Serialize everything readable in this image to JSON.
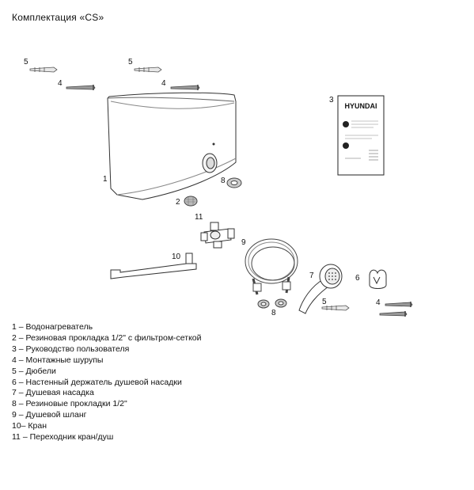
{
  "title": "Комплектация «CS»",
  "callouts": {
    "n1": "1",
    "n2": "2",
    "n3": "3",
    "n4a": "4",
    "n4b": "4",
    "n4c": "4",
    "n5a": "5",
    "n5b": "5",
    "n5c": "5",
    "n6": "6",
    "n7": "7",
    "n8a": "8",
    "n8b": "8",
    "n9": "9",
    "n10": "10",
    "n11": "11"
  },
  "manual": {
    "brand": "HYUNDAI"
  },
  "legend": [
    "1 – Водонагреватель",
    "2 – Резиновая прокладка 1/2\" с фильтром-сеткой",
    "3 – Руководство пользователя",
    "4 – Монтажные шурупы",
    "5 – Дюбели",
    "6 – Настенный держатель душевой  насадки",
    "7 – Душевая насадка",
    "8 – Резиновые прокладки 1/2\"",
    "9 – Душевой шланг",
    "10– Кран",
    "11 – Переходник кран/душ"
  ]
}
